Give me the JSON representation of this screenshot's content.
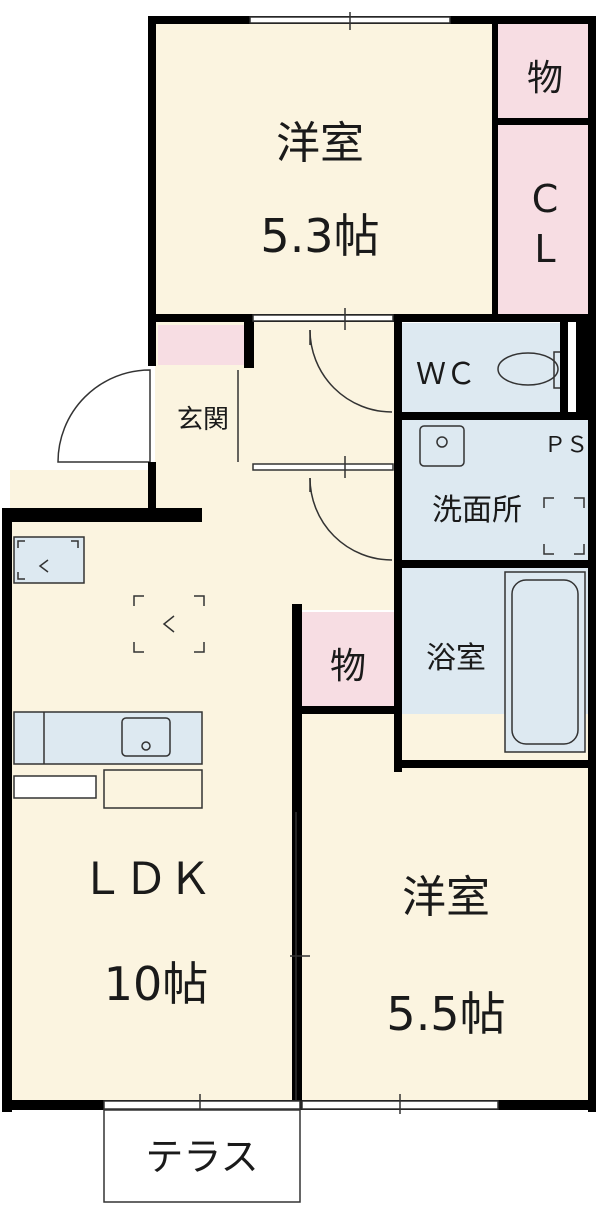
{
  "colors": {
    "room": "#fbf4e0",
    "storage": "#f7dde3",
    "wet": "#dde9f1",
    "wall": "#000000",
    "line": "#333333"
  },
  "rooms": {
    "bedroom_top": {
      "name": "洋室",
      "size": "5.3帖"
    },
    "storage_top": {
      "name": "物"
    },
    "closet": {
      "line1": "C",
      "line2": "L"
    },
    "wc": {
      "name": "ＷＣ"
    },
    "entrance": {
      "name": "玄関"
    },
    "ps": {
      "name": "ＰＳ"
    },
    "washroom": {
      "name": "洗面所"
    },
    "bathroom": {
      "name": "浴室"
    },
    "storage_mid": {
      "name": "物"
    },
    "ldk": {
      "name": "ＬＤＫ",
      "size": "10帖"
    },
    "bedroom_bottom": {
      "name": "洋室",
      "size": "5.5帖"
    },
    "terrace": {
      "name": "テラス"
    }
  }
}
